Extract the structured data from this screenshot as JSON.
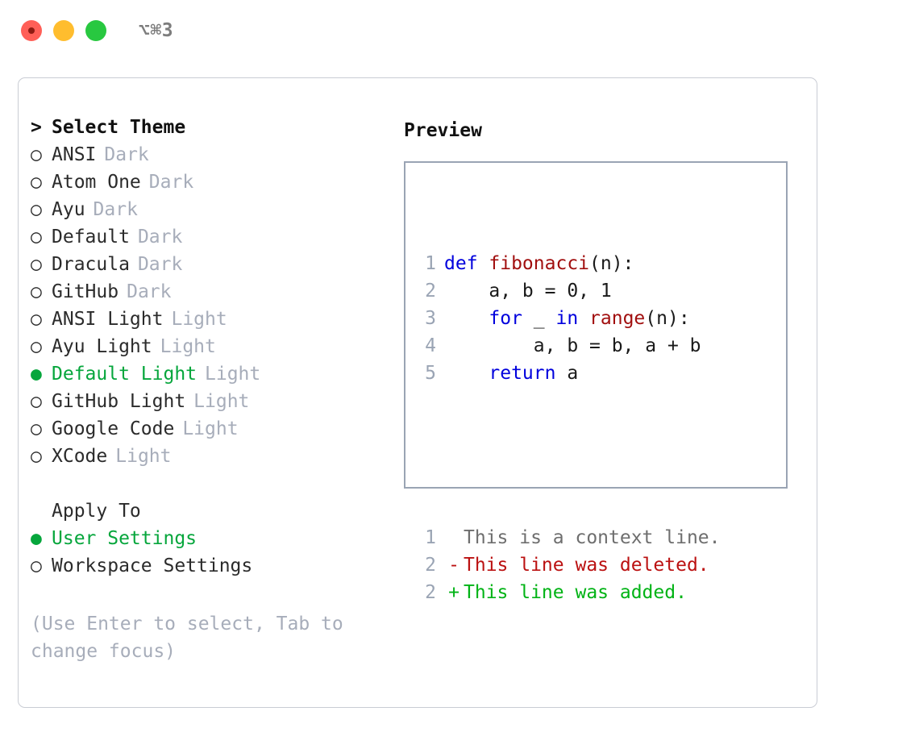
{
  "window": {
    "shortcut": "⌥⌘3",
    "traffic_lights": [
      "close",
      "minimize",
      "maximize"
    ]
  },
  "left_panel": {
    "header": {
      "marker": ">",
      "label": "Select Theme"
    },
    "markers": {
      "selected": "●",
      "unselected": "○"
    },
    "themes": [
      {
        "name": "ANSI",
        "kind": "Dark",
        "selected": false
      },
      {
        "name": "Atom One",
        "kind": "Dark",
        "selected": false
      },
      {
        "name": "Ayu",
        "kind": "Dark",
        "selected": false
      },
      {
        "name": "Default",
        "kind": "Dark",
        "selected": false
      },
      {
        "name": "Dracula",
        "kind": "Dark",
        "selected": false
      },
      {
        "name": "GitHub",
        "kind": "Dark",
        "selected": false
      },
      {
        "name": "ANSI Light",
        "kind": "Light",
        "selected": false
      },
      {
        "name": "Ayu Light",
        "kind": "Light",
        "selected": false
      },
      {
        "name": "Default Light",
        "kind": "Light",
        "selected": true
      },
      {
        "name": "GitHub Light",
        "kind": "Light",
        "selected": false
      },
      {
        "name": "Google Code",
        "kind": "Light",
        "selected": false
      },
      {
        "name": "XCode",
        "kind": "Light",
        "selected": false
      }
    ],
    "apply_to": {
      "label": "Apply To",
      "options": [
        {
          "name": "User Settings",
          "selected": true
        },
        {
          "name": "Workspace Settings",
          "selected": false
        }
      ]
    },
    "hint": "(Use Enter to select, Tab to change focus)"
  },
  "right_panel": {
    "title": "Preview",
    "code_lines": [
      {
        "no": "1",
        "tokens": [
          {
            "t": "def ",
            "c": "tok-kw"
          },
          {
            "t": "fibonacci",
            "c": "tok-fn"
          },
          {
            "t": "(n):",
            "c": "tok-plain"
          }
        ]
      },
      {
        "no": "2",
        "tokens": [
          {
            "t": "    a, b = 0, 1",
            "c": "tok-plain"
          }
        ]
      },
      {
        "no": "3",
        "tokens": [
          {
            "t": "    ",
            "c": "tok-plain"
          },
          {
            "t": "for",
            "c": "tok-kw"
          },
          {
            "t": " _ ",
            "c": "tok-plain"
          },
          {
            "t": "in",
            "c": "tok-kw"
          },
          {
            "t": " ",
            "c": "tok-plain"
          },
          {
            "t": "range",
            "c": "tok-fn"
          },
          {
            "t": "(n):",
            "c": "tok-plain"
          }
        ]
      },
      {
        "no": "4",
        "tokens": [
          {
            "t": "        a, b = b, a + b",
            "c": "tok-plain"
          }
        ]
      },
      {
        "no": "5",
        "tokens": [
          {
            "t": "    ",
            "c": "tok-plain"
          },
          {
            "t": "return",
            "c": "tok-kw"
          },
          {
            "t": " a",
            "c": "tok-plain"
          }
        ]
      }
    ],
    "diff_lines": [
      {
        "no": "1",
        "mark": " ",
        "text": "This is a context line.",
        "kind": "diff-context"
      },
      {
        "no": "2",
        "mark": "-",
        "text": "This line was deleted.",
        "kind": "diff-del"
      },
      {
        "no": "2",
        "mark": "+",
        "text": "This line was added.",
        "kind": "diff-add"
      }
    ]
  },
  "colors": {
    "accent_green": "#06a63c",
    "muted_gray": "#a7adba",
    "keyword_blue": "#0000dd",
    "function_red": "#a10f0f",
    "diff_deleted": "#bb1111",
    "diff_added": "#00b315",
    "border": "#c9ccd4",
    "preview_border": "#9aa4b4"
  }
}
